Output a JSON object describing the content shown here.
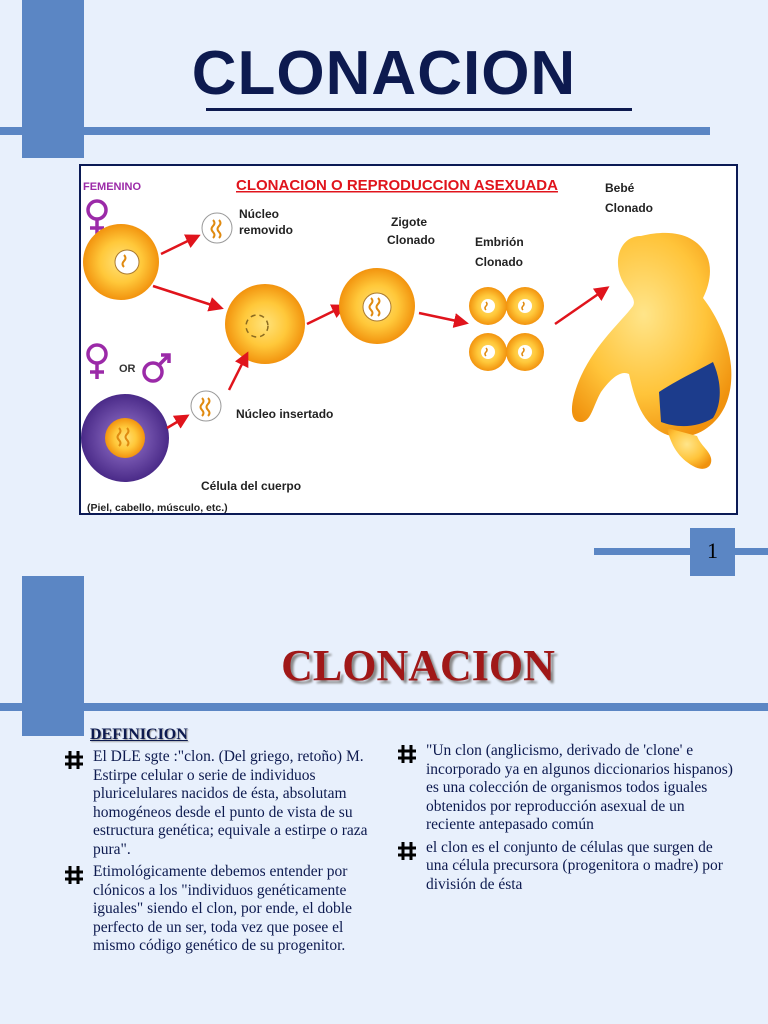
{
  "slide1": {
    "title": "CLONACION",
    "page_number": "1",
    "figure": {
      "heading": "CLONACION O REPRODUCCION ASEXUADA",
      "label_femenino": "FEMENINO",
      "label_or": "OR",
      "label_nucleo_removido_1": "Núcleo",
      "label_nucleo_removido_2": "removido",
      "label_zigote_1": "Zigote",
      "label_zigote_2": "Clonado",
      "label_embrion_1": "Embrión",
      "label_embrion_2": "Clonado",
      "label_bebe_1": "Bebé",
      "label_bebe_2": "Clonado",
      "label_nucleo_insertado": "Núcleo insertado",
      "label_celula": "Célula del cuerpo",
      "label_celula_sub": "(Piel, cabello, músculo, etc.)"
    }
  },
  "slide2": {
    "title": "CLONACION",
    "definition_heading": "DEFINICION",
    "left_items": [
      "El DLE sgte :\"clon. (Del griego, retoño) M. Estirpe celular o serie de individuos pluricelulares nacidos de ésta, absolutam homogéneos desde el punto de vista de su estructura genética; equivale a estirpe o raza pura\".",
      "Etimológicamente debemos entender por clónicos a los \"individuos genéticamente iguales\" siendo el clon, por ende, el doble perfecto de un ser, toda vez que posee el mismo código genético de su progenitor."
    ],
    "right_items": [
      "\"Un clon (anglicismo, derivado de 'clone' e incorporado ya en algunos diccionarios hispanos) es una colección de organismos todos iguales obtenidos por reproducción asexual de un reciente antepasado común",
      "el clon es el conjunto de células que surgen de una célula precursora (progenitora o madre) por división de ésta"
    ]
  }
}
